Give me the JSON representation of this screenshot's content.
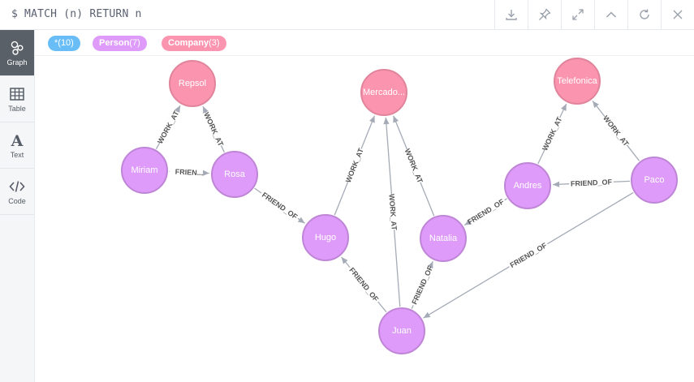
{
  "query": "$ MATCH (n) RETURN n",
  "toolbar": {
    "buttons": [
      {
        "name": "download-button",
        "icon": "download-icon"
      },
      {
        "name": "pin-button",
        "icon": "pin-icon"
      },
      {
        "name": "fullscreen-button",
        "icon": "expand-icon"
      },
      {
        "name": "collapse-button",
        "icon": "chevron-up-icon"
      },
      {
        "name": "rerun-button",
        "icon": "refresh-icon"
      },
      {
        "name": "close-button",
        "icon": "close-icon"
      }
    ]
  },
  "sidebar": {
    "items": [
      {
        "label": "Graph",
        "icon": "graph-icon",
        "active": true
      },
      {
        "label": "Table",
        "icon": "table-icon",
        "active": false
      },
      {
        "label": "Text",
        "icon": "text-icon",
        "active": false
      },
      {
        "label": "Code",
        "icon": "code-icon",
        "active": false
      }
    ]
  },
  "tags": [
    {
      "label": "*",
      "count": "(10)",
      "color": "#68bdf6"
    },
    {
      "label": "Person",
      "count": "(7)",
      "color": "#de9bf9"
    },
    {
      "label": "Company",
      "count": "(3)",
      "color": "#fb95af"
    }
  ],
  "colors": {
    "person_fill": "#de9bf9",
    "person_stroke": "#bf85d6",
    "company_fill": "#fb95af",
    "company_stroke": "#e0849b",
    "edge": "#a5abb6"
  },
  "graph": {
    "nodes": [
      {
        "id": "repsol",
        "label": "Repsol",
        "type": "Company"
      },
      {
        "id": "mercado",
        "label": "Mercado...",
        "type": "Company"
      },
      {
        "id": "telefonica",
        "label": "Telefonica",
        "type": "Company"
      },
      {
        "id": "miriam",
        "label": "Miriam",
        "type": "Person"
      },
      {
        "id": "rosa",
        "label": "Rosa",
        "type": "Person"
      },
      {
        "id": "hugo",
        "label": "Hugo",
        "type": "Person"
      },
      {
        "id": "natalia",
        "label": "Natalia",
        "type": "Person"
      },
      {
        "id": "andres",
        "label": "Andres",
        "type": "Person"
      },
      {
        "id": "paco",
        "label": "Paco",
        "type": "Person"
      },
      {
        "id": "juan",
        "label": "Juan",
        "type": "Person"
      }
    ],
    "relationships": [
      {
        "from": "miriam",
        "to": "repsol",
        "label": "WORK_AT"
      },
      {
        "from": "rosa",
        "to": "repsol",
        "label": "WORK_AT"
      },
      {
        "from": "miriam",
        "to": "rosa",
        "label": "FRIEN..."
      },
      {
        "from": "rosa",
        "to": "hugo",
        "label": "FRIEND_OF"
      },
      {
        "from": "hugo",
        "to": "mercado",
        "label": "WORK_AT"
      },
      {
        "from": "juan",
        "to": "mercado",
        "label": "WORK_AT"
      },
      {
        "from": "natalia",
        "to": "mercado",
        "label": "WORK_AT"
      },
      {
        "from": "juan",
        "to": "hugo",
        "label": "FRIEND_OF"
      },
      {
        "from": "juan",
        "to": "natalia",
        "label": "FRIEND_OF"
      },
      {
        "from": "andres",
        "to": "natalia",
        "label": "FRIEND_OF"
      },
      {
        "from": "andres",
        "to": "telefonica",
        "label": "WORK_AT"
      },
      {
        "from": "paco",
        "to": "telefonica",
        "label": "WORK_AT"
      },
      {
        "from": "paco",
        "to": "andres",
        "label": "FRIEND_OF"
      },
      {
        "from": "paco",
        "to": "juan",
        "label": "FRIEND_OF"
      }
    ]
  }
}
